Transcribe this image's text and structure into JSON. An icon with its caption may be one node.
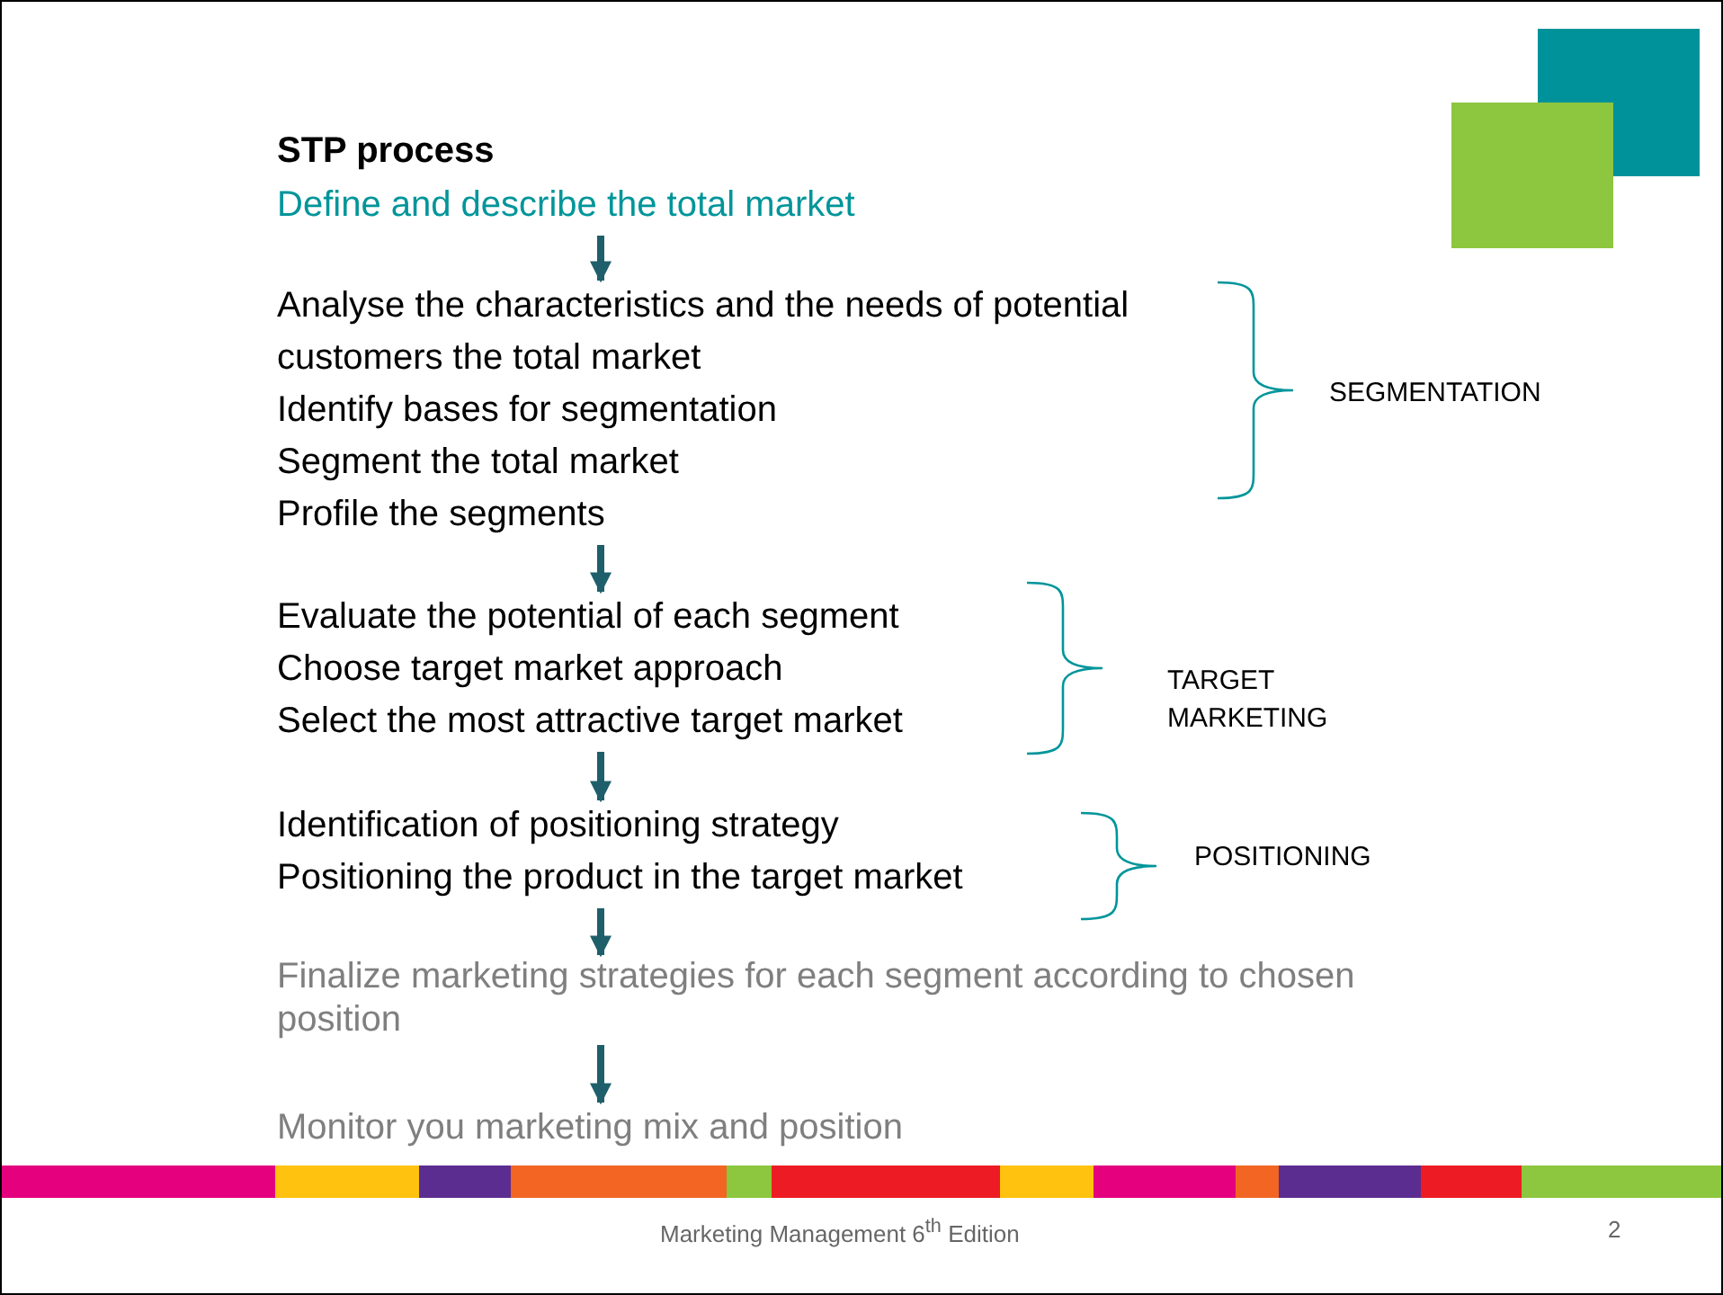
{
  "diagram": {
    "title": "STP process",
    "nodes": [
      {
        "text": [
          "Define and describe the total market"
        ]
      },
      {
        "text": [
          "Analyse the characteristics and the needs of potential customers  the total market",
          "Identify bases for segmentation",
          "Segment the total market",
          "Profile the segments"
        ]
      },
      {
        "text": [
          "Evaluate the potential of each segment",
          "Choose target market approach",
          "Select the most attractive target market"
        ]
      },
      {
        "text": [
          "Identification of positioning strategy",
          "Positioning the product in the target market"
        ]
      },
      {
        "text": [
          "Finalize marketing strategies for each segment according to chosen position"
        ]
      },
      {
        "text": [
          "Monitor you marketing mix and position"
        ]
      }
    ],
    "edges": [
      {
        "from": 0,
        "to": 1,
        "arrow": "to"
      },
      {
        "from": 1,
        "to": 2,
        "arrow": "to"
      },
      {
        "from": 2,
        "to": 3,
        "arrow": "to"
      },
      {
        "from": 3,
        "to": 4,
        "arrow": "to"
      },
      {
        "from": 4,
        "to": 5,
        "arrow": "to"
      }
    ],
    "labels": [
      "SEGMENTATION",
      "TARGET MARKETING",
      "POSITIONING",
      "Marketing Management 6$^{th}$ Edition",
      "2"
    ]
  }
}
